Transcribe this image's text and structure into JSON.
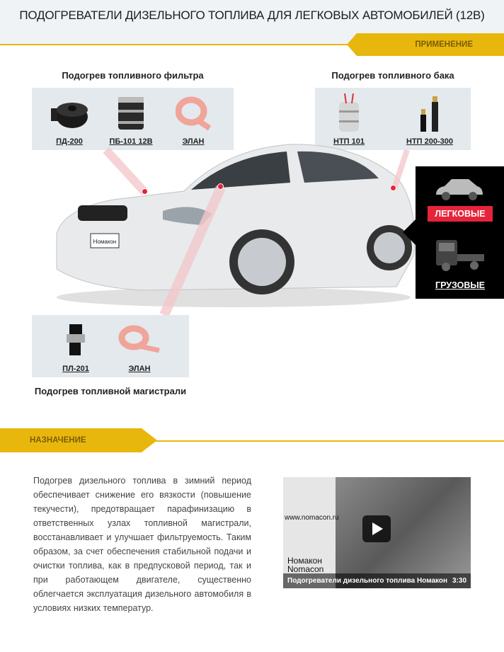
{
  "header": {
    "title": "ПОДОГРЕВАТЕЛИ ДИЗЕЛЬНОГО ТОПЛИВА ДЛЯ ЛЕГКОВЫХ АВТОМОБИЛЕЙ (12В)"
  },
  "section1": {
    "tab": "ПРИМЕНЕНИЕ"
  },
  "filter": {
    "title": "Подогрев топливного фильтра",
    "items": [
      {
        "label": "ПД-200"
      },
      {
        "label": "ПБ-101 12В"
      },
      {
        "label": "ЭЛАН"
      }
    ]
  },
  "tank": {
    "title": "Подогрев топливного бака",
    "items": [
      {
        "label": "НТП 101"
      },
      {
        "label": "НТП 200-300"
      }
    ]
  },
  "line": {
    "title": "Подогрев топливной магистрали",
    "items": [
      {
        "label": "ПЛ-201"
      },
      {
        "label": "ЭЛАН"
      }
    ]
  },
  "car": {
    "plate": "Номакон"
  },
  "categories": [
    {
      "label": "ЛЕГКОВЫЕ",
      "active": true
    },
    {
      "label": "ГРУЗОВЫЕ",
      "active": false
    }
  ],
  "section2": {
    "tab": "НАЗНАЧЕНИЕ"
  },
  "description": "Подогрев дизельного топлива в зимний период обеспечивает снижение его вязкости (повышение текучести), предотвращает парафинизацию в ответственных узлах топливной магистрали, восстанавливает и улучшает фильтруемость. Таким образом, за счет обеспечения стабильной подачи и очистки топлива, как в предпусковой период, так и при работающем двигателе, существенно облегчается эксплуатация дизельного автомобиля в условиях низких температур.",
  "video": {
    "site": "www.nomacon.ru",
    "logo_ru": "Номакон",
    "logo_en": "Nomacon",
    "title": "Подогреватели дизельного топлива Номакон",
    "duration": "3:30"
  },
  "colors": {
    "accent": "#e8b70d",
    "red": "#e5243b"
  }
}
